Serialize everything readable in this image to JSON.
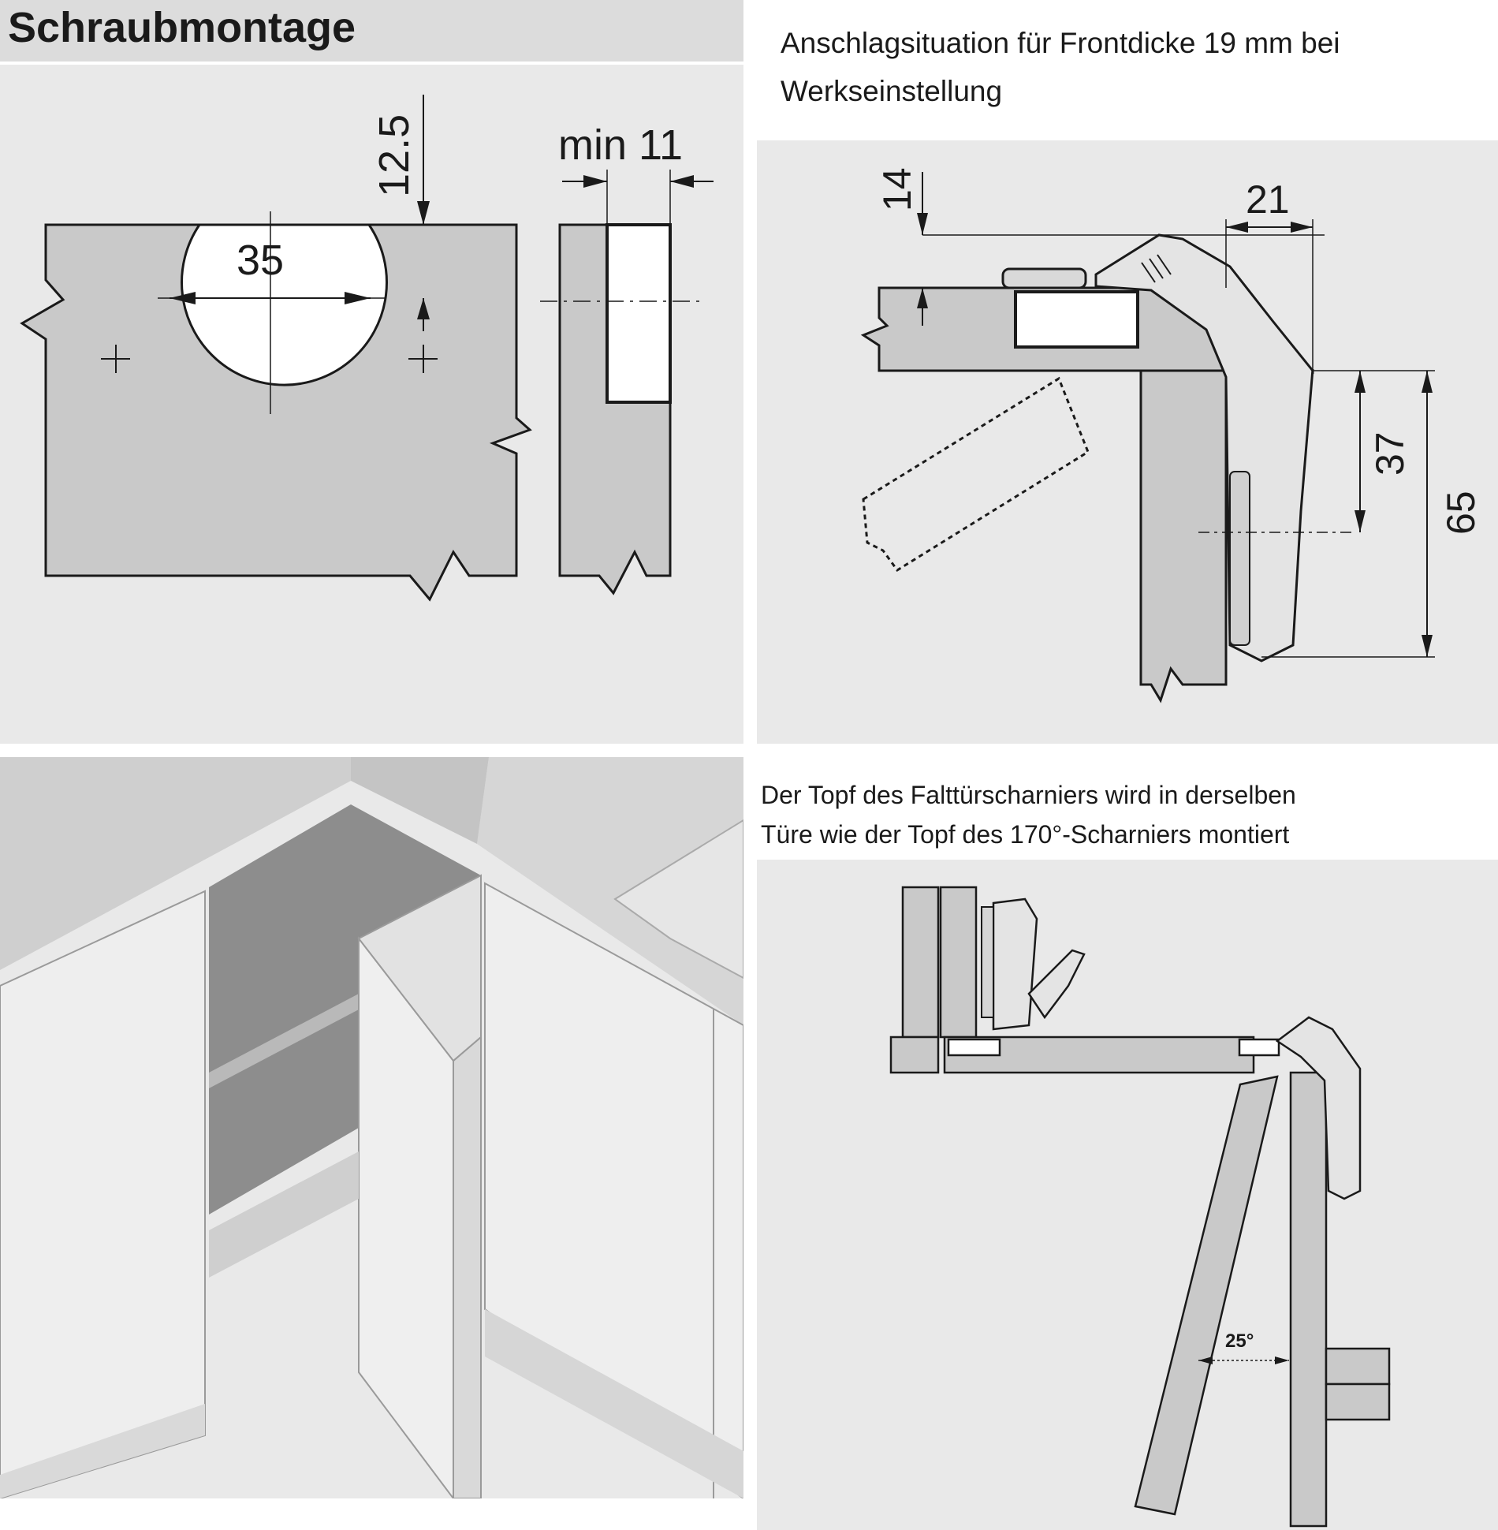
{
  "top_left": {
    "title": "Schraubmontage",
    "dim_cup_diameter": "35",
    "dim_distance": "12.5",
    "dim_min": "min 11"
  },
  "top_right": {
    "caption_line1": "Anschlagsituation für Frontdicke 19 mm bei",
    "caption_line2": "Werkseinstellung",
    "dim_14": "14",
    "dim_21": "21",
    "dim_37": "37",
    "dim_65": "65"
  },
  "bottom_right": {
    "caption_line1": "Der Topf des Falttürscharniers wird in derselben",
    "caption_line2": "Türe wie der Topf des 170°-Scharniers montiert",
    "angle": "25°"
  },
  "colors": {
    "panel_bg": "#e9e9e9",
    "material": "#c9c9c9",
    "stroke": "#1a1a1a",
    "cabinet_dark": "#8d8d8d"
  }
}
